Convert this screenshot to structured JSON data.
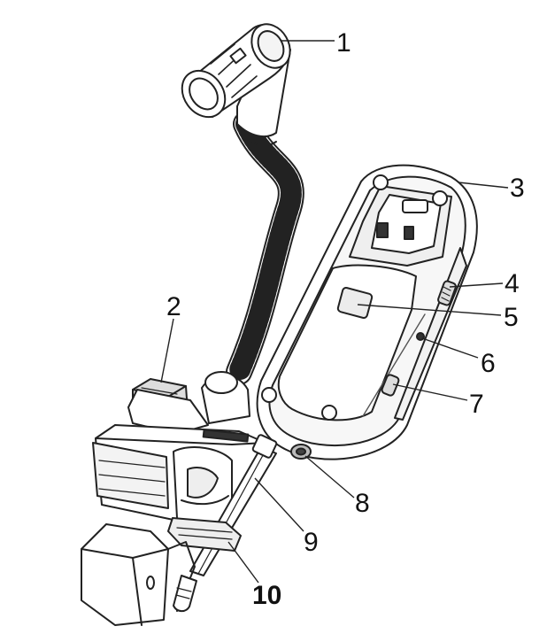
{
  "figure": {
    "parts": [
      {
        "id": "microphone-head",
        "callout": "1"
      },
      {
        "id": "clamp-release-tab",
        "callout": "2"
      },
      {
        "id": "bodypack-transmitter",
        "callout": "3"
      },
      {
        "id": "side-switch",
        "callout": "4"
      },
      {
        "id": "battery-door-latch",
        "callout": "5"
      },
      {
        "id": "led-indicator",
        "callout": "6"
      },
      {
        "id": "side-button",
        "callout": "7"
      },
      {
        "id": "cable-connector",
        "callout": "8"
      },
      {
        "id": "clamp-rod",
        "callout": "9"
      },
      {
        "id": "clamp-jaw",
        "callout": "10"
      }
    ]
  },
  "colors": {
    "stroke": "#222222",
    "fill": "#ffffff",
    "shade": "#e6e6e6",
    "dark": "#4a4a4a"
  }
}
